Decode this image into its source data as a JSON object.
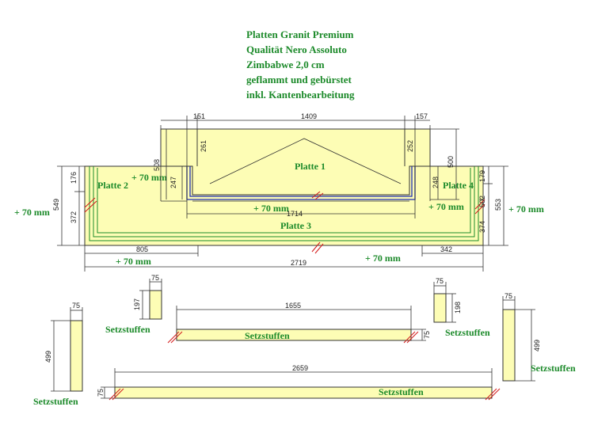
{
  "header": {
    "lines": [
      "Platten Granit Premium",
      "Qualität Nero Assoluto",
      "Zimbabwe 2,0 cm",
      "geflammt und gebürstet",
      "inkl. Kantenbearbeitung"
    ]
  },
  "plates": {
    "platte1": "Platte 1",
    "platte2": "Platte 2",
    "platte3": "Platte 3",
    "platte4": "Platte 4"
  },
  "extras": {
    "e1": "+ 70 mm",
    "e2": "+ 70 mm",
    "e3": "+ 70 mm",
    "e4": "+ 70 mm",
    "e5": "+ 70 mm",
    "e6": "+ 70 mm",
    "e7": "+ 70 mm"
  },
  "dimensions": {
    "top_left": "151",
    "top_width": "1409",
    "top_right": "157",
    "notch_left": "261",
    "notch_right": "252",
    "h_left_508": "508",
    "h_right_500": "500",
    "h_247": "247",
    "h_248": "248",
    "left_176": "176",
    "left_549": "549",
    "left_372": "372",
    "right_179": "179",
    "right_502": "502",
    "right_374": "374",
    "right_553": "553",
    "mid_1714": "1714",
    "bottom_805": "805",
    "bottom_342": "342",
    "bottom_total": "2719"
  },
  "setzstufen": {
    "label": "Setzstuffen",
    "s1": {
      "width": "75",
      "height": "499"
    },
    "s2": {
      "width": "75",
      "height": "197"
    },
    "s3": {
      "length": "1655",
      "height": "75"
    },
    "s4": {
      "width": "75",
      "height": "198"
    },
    "s5": {
      "width": "75",
      "height": "499"
    },
    "s6": {
      "length": "2659",
      "height": "75"
    }
  },
  "colors": {
    "slab_fill": "#fdfdb5",
    "label_green": "#1c8a2a",
    "edge_blue": "#2030b0",
    "cut_red": "#d42020"
  }
}
